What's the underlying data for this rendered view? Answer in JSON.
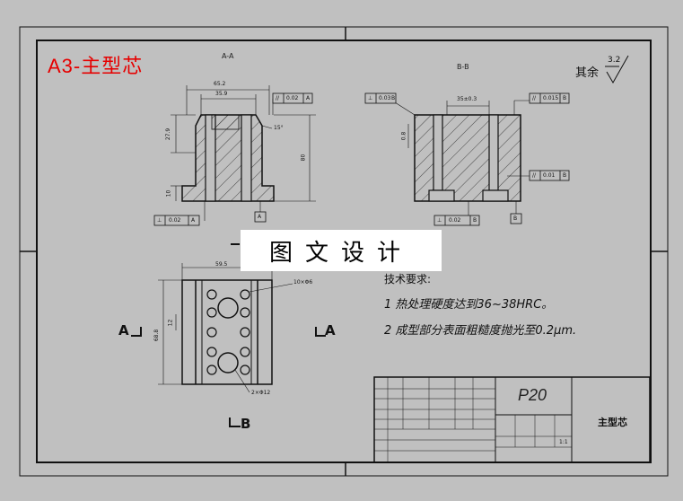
{
  "title": "A3-主型芯",
  "views": {
    "section_aa_label": "A-A",
    "section_bb_label": "B-B"
  },
  "roughness": {
    "prefix": "其余",
    "value": "3.2"
  },
  "watermark": "图文设计",
  "dimensions": {
    "aa_top_width": "65.2",
    "aa_inner_width": "35.9",
    "aa_height": "80",
    "aa_left_height": "27.9",
    "aa_base_height": "10",
    "aa_angle": "15°",
    "bb_width": "35±0.3",
    "bb_side": "0.8",
    "plan_width": "59.5",
    "plan_height": "68.8",
    "plan_small": "12",
    "holes_small": "10×Φ6",
    "holes_large": "2×Φ12"
  },
  "tolerances": {
    "aa_top": {
      "symbol": "//",
      "value": "0.02",
      "datum": "A"
    },
    "aa_bottom": {
      "symbol": "⊥",
      "value": "0.02",
      "datum": "A"
    },
    "bb_left": {
      "symbol": "⊥",
      "value": "0.03",
      "datum": "B"
    },
    "bb_top": {
      "symbol": "//",
      "value": "0.015",
      "datum": "B"
    },
    "bb_mid": {
      "symbol": "//",
      "value": "0.01",
      "datum": "B"
    },
    "bb_bottom": {
      "symbol": "⊥",
      "value": "0.02",
      "datum": "B"
    }
  },
  "datums": {
    "a": "A",
    "b": "B"
  },
  "section_marks": {
    "left": "A",
    "right": "A",
    "bottom": "B"
  },
  "requirements": {
    "heading": "技术要求:",
    "items": [
      "1 热处理硬度达到36~38HRC。",
      "2 成型部分表面粗糙度抛光至0.2μm."
    ]
  },
  "title_block": {
    "code": "P20",
    "part_name": "主型芯",
    "scale": "1:1"
  }
}
